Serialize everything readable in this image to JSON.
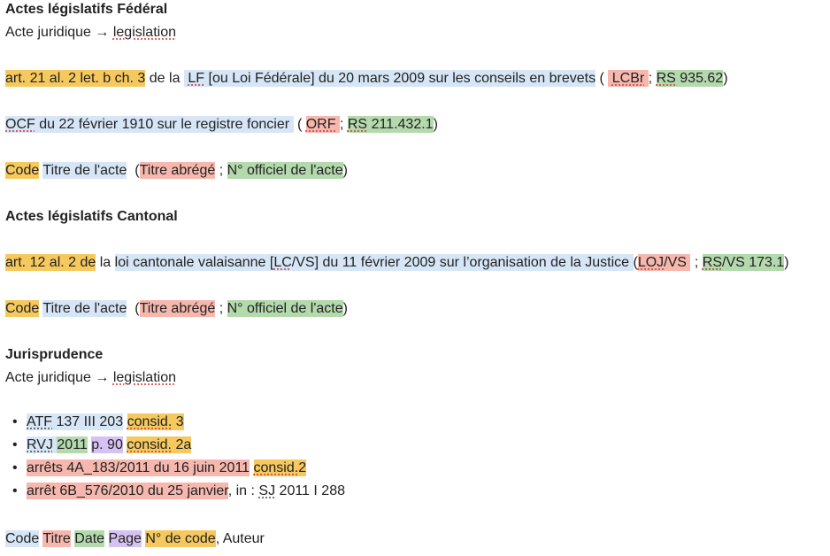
{
  "federal": {
    "heading": "Actes législatifs Fédéral",
    "subline_prefix": "Acte juridique →",
    "subline_link": "legislation",
    "ex1": {
      "code": "art. 21 al. 2 let. b ch. 3",
      "de_la": "de la",
      "lf": "LF",
      "title": "[ou Loi Fédérale] du 20 mars 2009 sur les conseils en brevets",
      "open_paren": "(",
      "abbr": "LCBr",
      "sep": ";",
      "rs": "RS",
      "rs_num": "935.62",
      "close_paren": ")"
    },
    "ex2": {
      "ocf": "OCF",
      "title": "du 22 février 1910 sur le registre foncier",
      "open_paren": "(",
      "abbr": "ORF",
      "sep": ";",
      "rs": "RS",
      "rs_num": "211.432.1",
      "close_paren": ")"
    },
    "legend": {
      "code": "Code",
      "titre": "Titre de l'acte",
      "open_paren": "(",
      "abrege": "Titre abrégé",
      "sep": ";",
      "officiel": "N° officiel de l'acte",
      "close_paren": ")"
    }
  },
  "cantonal": {
    "heading": "Actes législatifs Cantonal",
    "ex": {
      "code": "art. 12 al. 2 de",
      "la": "la",
      "title_a": "loi cantonale valaisanne [",
      "lc": "LC",
      "title_b": "/VS] du 11 février 2009 sur l’organisation de la Justice",
      "open_paren": "(",
      "loj": "LOJ",
      "loj_suffix": "/VS",
      "sep": ";",
      "rs": "RS",
      "rs_rest": "/VS 173.1",
      "close_paren": ")"
    },
    "legend": {
      "code": "Code",
      "titre": "Titre de l'acte",
      "open_paren": "(",
      "abrege": "Titre abrégé",
      "sep": ";",
      "officiel": "N° officiel de l'acte",
      "close_paren": ")"
    }
  },
  "jurisprudence": {
    "heading": "Jurisprudence",
    "subline_prefix": "Acte juridique →",
    "subline_link": "legislation",
    "items": [
      {
        "a": "ATF",
        "b": "137 III 203",
        "c": "consid.",
        "d": "3"
      },
      {
        "a": "RVJ",
        "b": "2011",
        "c": "p. 90",
        "d": "consid.",
        "e": "2a"
      },
      {
        "a": "arrêts 4A_183/2011 du 16 juin 2011",
        "c": "consid.",
        "d": "2"
      },
      {
        "a": "arrêt 6B_576/2010 du 25 janvier",
        "b": ", in :",
        "sj": "SJ",
        "e": "2011 I 288"
      }
    ],
    "legend": {
      "code": "Code",
      "titre": "Titre",
      "date": "Date",
      "page": "Page",
      "numero": "N° de code",
      "auteur": ", Auteur"
    }
  }
}
